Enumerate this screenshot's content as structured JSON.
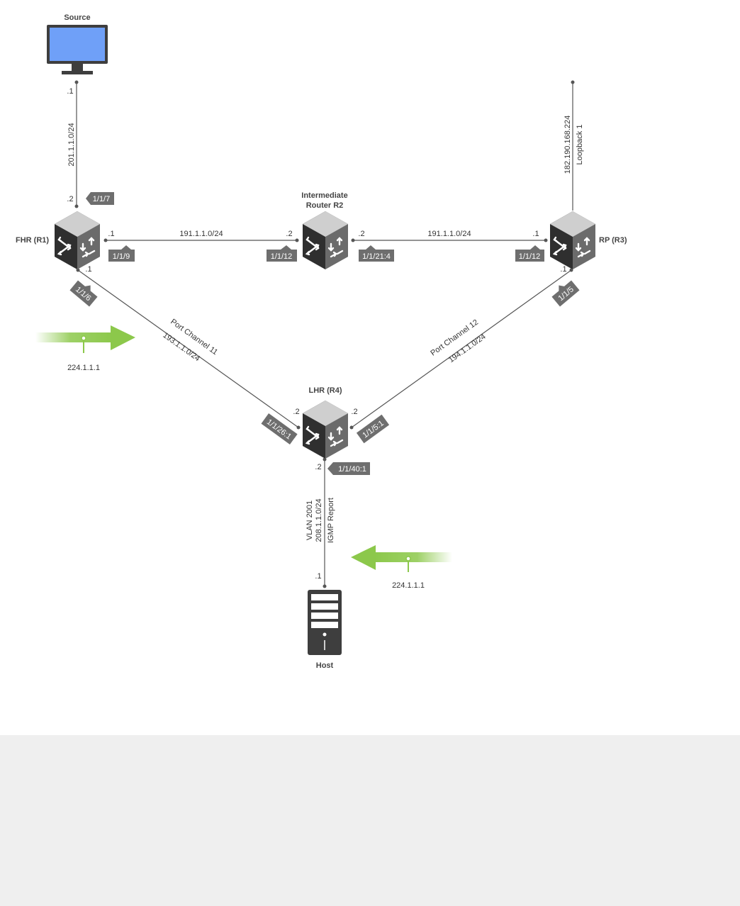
{
  "nodes": {
    "source": "Source",
    "fhr": "FHR (R1)",
    "r2_line1": "Intermediate",
    "r2_line2": "Router R2",
    "rp": "RP (R3)",
    "lhr": "LHR (R4)",
    "host": "Host"
  },
  "links": {
    "source_fhr_net": "201.1.1.0/24",
    "source_end": ".1",
    "fhr_source_end": ".2",
    "fhr_r2_net": "191.1.1.0/24",
    "fhr_r2_fhr_end": ".1",
    "fhr_r2_r2_end": ".2",
    "r2_rp_net": "191.1.1.0/24",
    "r2_rp_r2_end": ".2",
    "r2_rp_rp_end": ".1",
    "rp_loopback_addr": "182.190.168.224",
    "rp_loopback_name": "Loopback 1",
    "pc11_name": "Port Channel 11",
    "pc11_net": "193.1.1.0/24",
    "pc11_fhr_end": ".1",
    "pc11_lhr_end": ".2",
    "pc12_name": "Port Channel 12",
    "pc12_net": "194.1.1.0/24",
    "pc12_rp_end": ".1",
    "pc12_lhr_end": ".2",
    "vlan_name": "VLAN 2001",
    "vlan_net": "208.1.1.0/24",
    "vlan_note": "IGMP Report",
    "vlan_lhr_end": ".2",
    "vlan_host_end": ".1"
  },
  "ports": {
    "fhr_to_source": "1/1/7",
    "fhr_to_r2": "1/1/9",
    "r2_to_fhr": "1/1/12",
    "r2_to_rp": "1/1/21:4",
    "rp_to_r2": "1/1/12",
    "fhr_to_lhr": "1/1/6",
    "rp_to_lhr": "1/1/5",
    "lhr_to_fhr": "1/1/26:1",
    "lhr_to_rp": "1/1/5:1",
    "lhr_to_host": "1/1/40:1"
  },
  "flows": {
    "multicast_source": "224.1.1.1",
    "multicast_host": "224.1.1.1"
  },
  "colors": {
    "flow_arrow": "#8cc84b",
    "port_tag": "#6e6e6e",
    "router_body": "#8a8a8a",
    "monitor_screen": "#6fa0f8"
  },
  "icons": {
    "router": "router-icon",
    "monitor": "monitor-icon",
    "server": "server-icon",
    "flow": "multicast-flow-arrow-icon"
  }
}
